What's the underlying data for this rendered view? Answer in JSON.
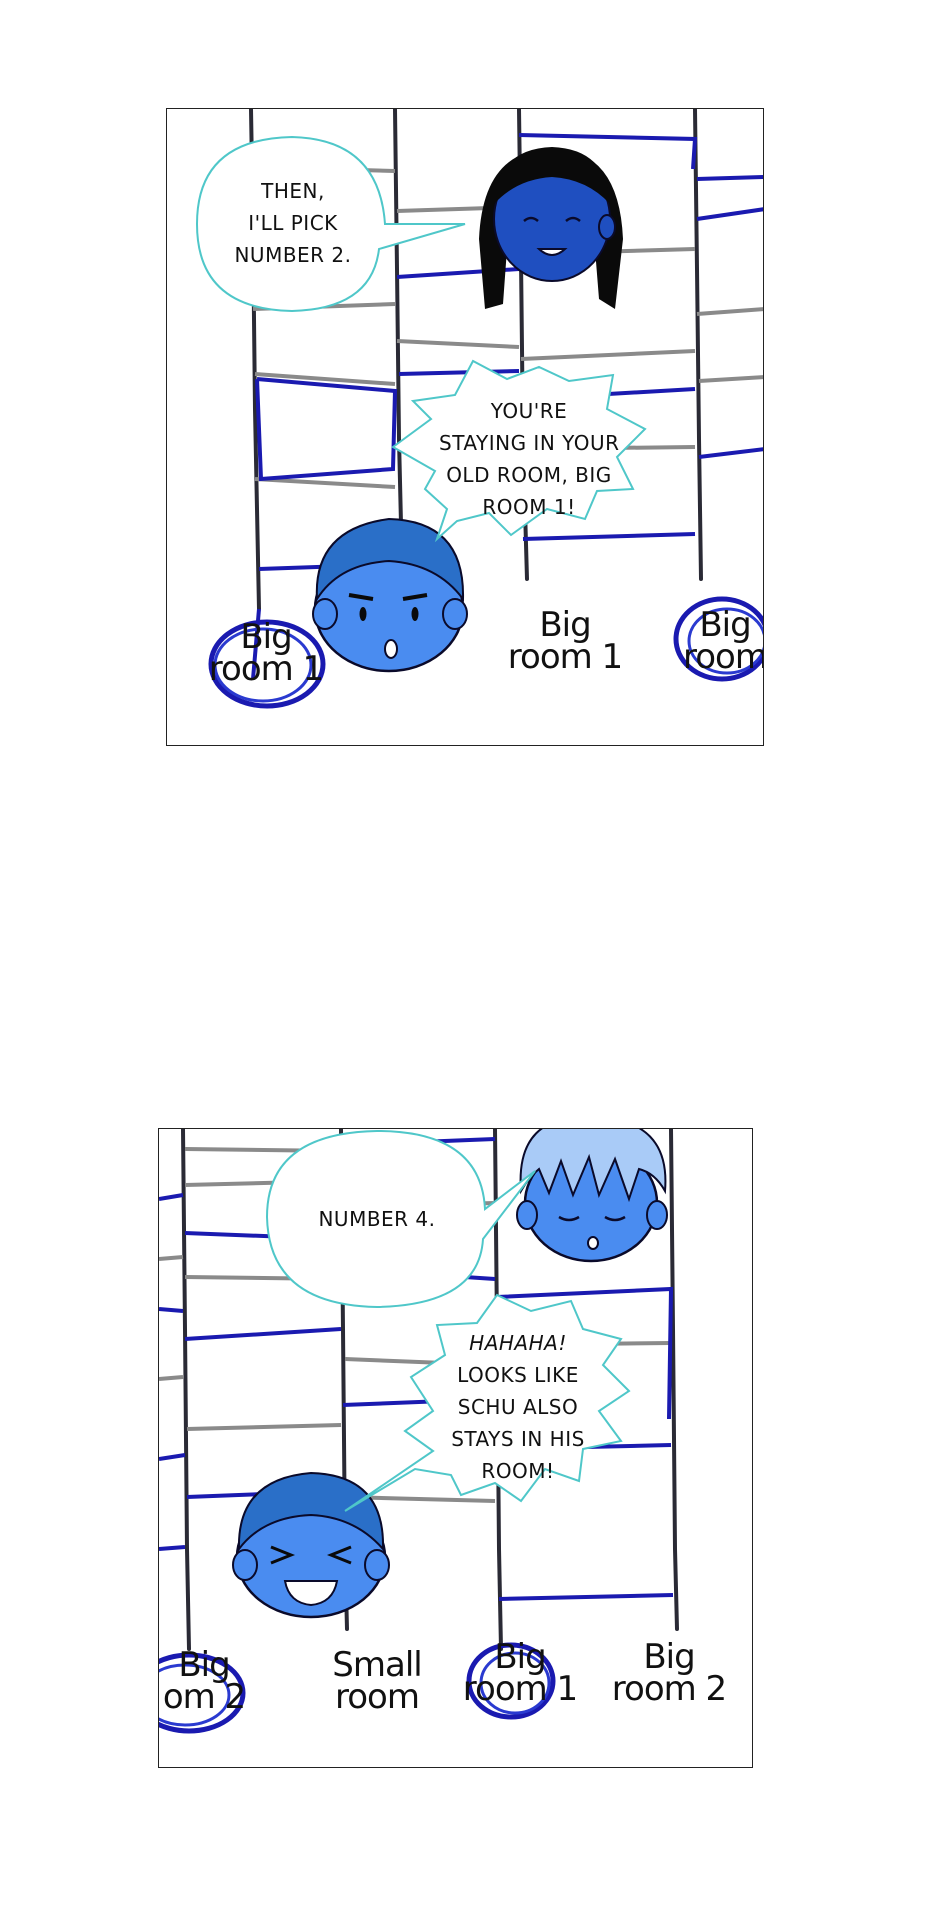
{
  "panel_1": {
    "bubble_girl": [
      "THEN,",
      "I'LL PICK",
      "NUMBER 2."
    ],
    "bubble_boy": [
      "YOU'RE",
      "STAYING IN YOUR",
      "OLD ROOM, BIG",
      "ROOM 1!"
    ],
    "labels": [
      {
        "line1": "Big",
        "line2": "room 1"
      },
      {
        "line1": "Big",
        "line2": "room 1"
      },
      {
        "line1": "Big",
        "line2": "room"
      }
    ]
  },
  "panel_2": {
    "bubble_top": [
      "NUMBER 4."
    ],
    "bubble_bottom": [
      "HAHAHA!",
      "LOOKS LIKE",
      "SCHU ALSO",
      "STAYS IN HIS",
      "ROOM!"
    ],
    "labels": [
      {
        "line1": "Big",
        "line2": "om 2"
      },
      {
        "line1": "Small",
        "line2": "room"
      },
      {
        "line1": "Big",
        "line2": "room 1"
      },
      {
        "line1": "Big",
        "line2": "room 2"
      }
    ]
  },
  "colors": {
    "ladder_dark": "#2a2a35",
    "ladder_grey": "#8a8a8a",
    "ladder_blue": "#1a1ab0",
    "skin_blue": "#3f7fe0",
    "hair_blue": "#2a6fc8",
    "bubble_outline": "#4fc7c9"
  }
}
